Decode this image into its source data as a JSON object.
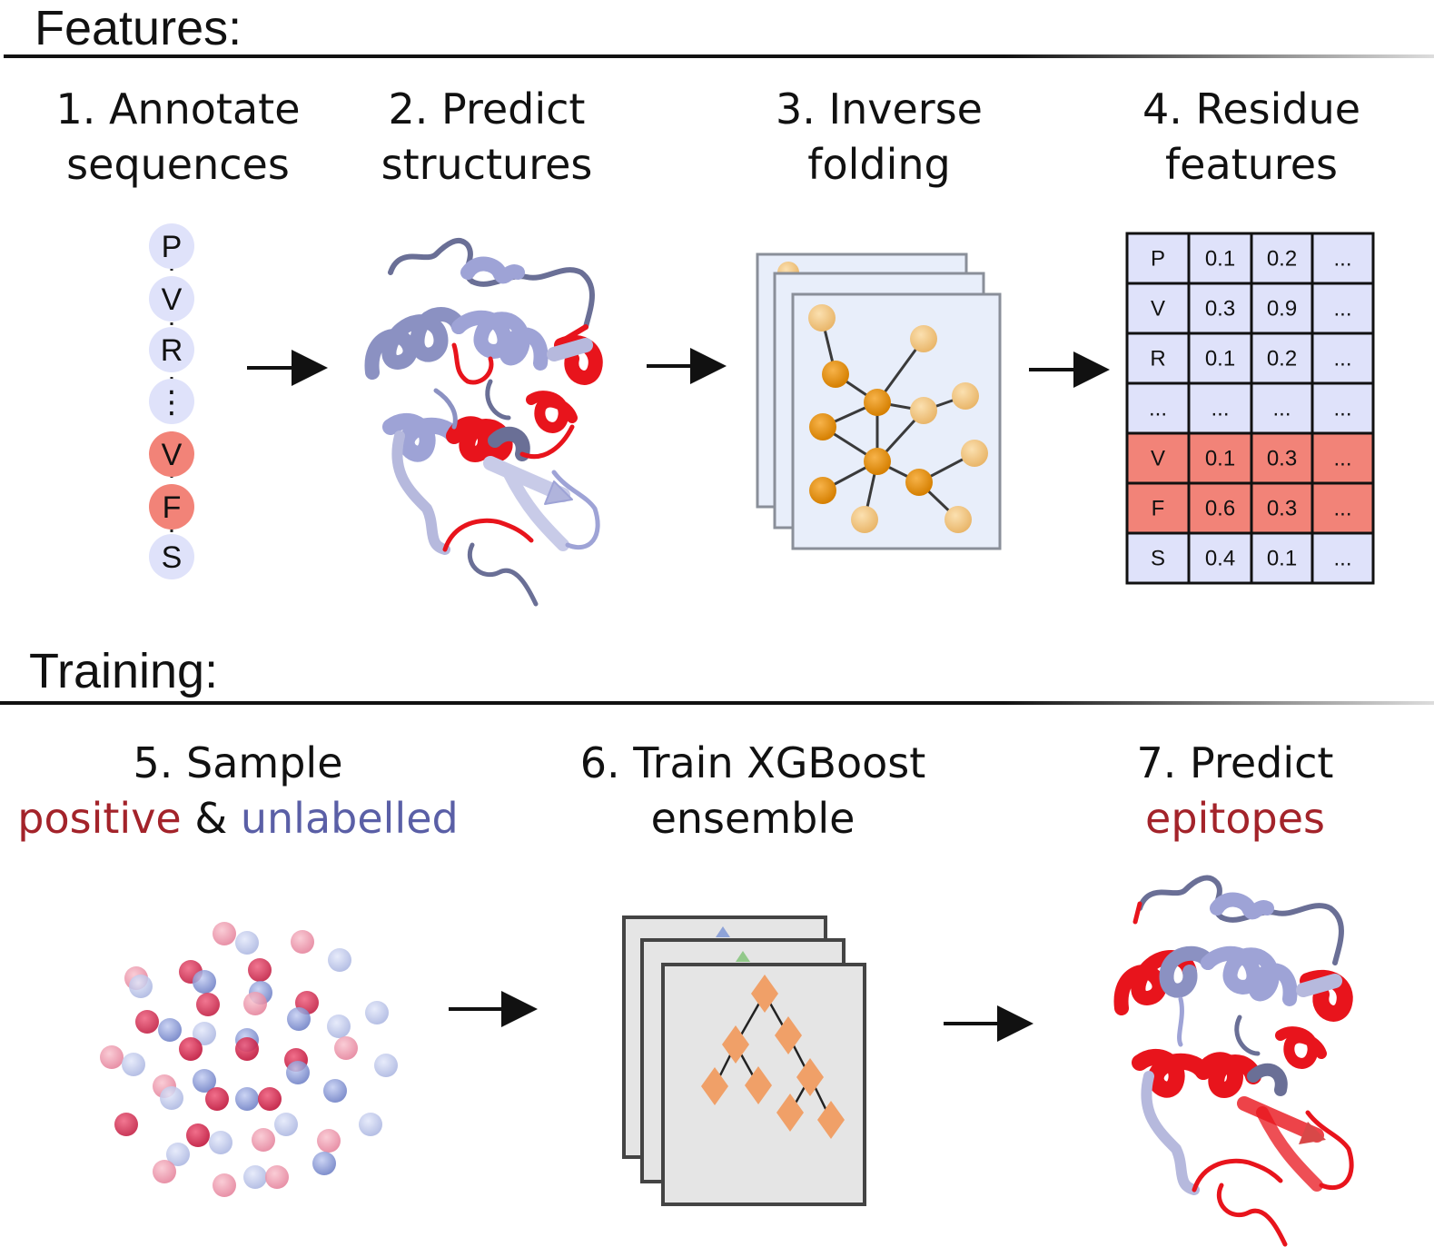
{
  "sections": {
    "features": "Features:",
    "training": "Training:"
  },
  "steps": {
    "annotate": {
      "line1": "1. Annotate",
      "line2": "sequences"
    },
    "predict_structures": {
      "line1": "2. Predict",
      "line2": "structures"
    },
    "inverse": {
      "line1": "3. Inverse",
      "line2": "folding"
    },
    "residue": {
      "line1": "4. Residue",
      "line2": "features"
    },
    "sample": {
      "line1": "5. Sample",
      "positive": "positive",
      "amp": " & ",
      "unlabelled": "unlabelled"
    },
    "train": {
      "line1": "6. Train XGBoost",
      "line2": "ensemble"
    },
    "predict_epitopes": {
      "line1": "7. Predict",
      "line2": "epitopes"
    }
  },
  "sequence": [
    {
      "res": "P",
      "epitope": false
    },
    {
      "res": "V",
      "epitope": false
    },
    {
      "res": "R",
      "epitope": false
    },
    {
      "res": "⋮",
      "epitope": false
    },
    {
      "res": "V",
      "epitope": true
    },
    {
      "res": "F",
      "epitope": true
    },
    {
      "res": "S",
      "epitope": false
    }
  ],
  "feature_table": {
    "rows": [
      {
        "cells": [
          "P",
          "0.1",
          "0.2",
          "..."
        ],
        "epitope": false
      },
      {
        "cells": [
          "V",
          "0.3",
          "0.9",
          "..."
        ],
        "epitope": false
      },
      {
        "cells": [
          "R",
          "0.1",
          "0.2",
          "..."
        ],
        "epitope": false
      },
      {
        "cells": [
          "...",
          "...",
          "...",
          "..."
        ],
        "epitope": false
      },
      {
        "cells": [
          "V",
          "0.1",
          "0.3",
          "..."
        ],
        "epitope": true
      },
      {
        "cells": [
          "F",
          "0.6",
          "0.3",
          "..."
        ],
        "epitope": true
      },
      {
        "cells": [
          "S",
          "0.4",
          "0.1",
          "..."
        ],
        "epitope": false
      }
    ]
  },
  "colors": {
    "epitope_red": "#f28378",
    "unlabelled_blue": "#dfe2fa",
    "positive_text": "#a3232a",
    "unlabelled_text": "#5a5fa6",
    "helix_red": "#e8141c",
    "helix_blue": "#aeb2dc",
    "node_dark": "#e08c0c",
    "node_light": "#f0c274",
    "tree_node": "#f0a068"
  }
}
